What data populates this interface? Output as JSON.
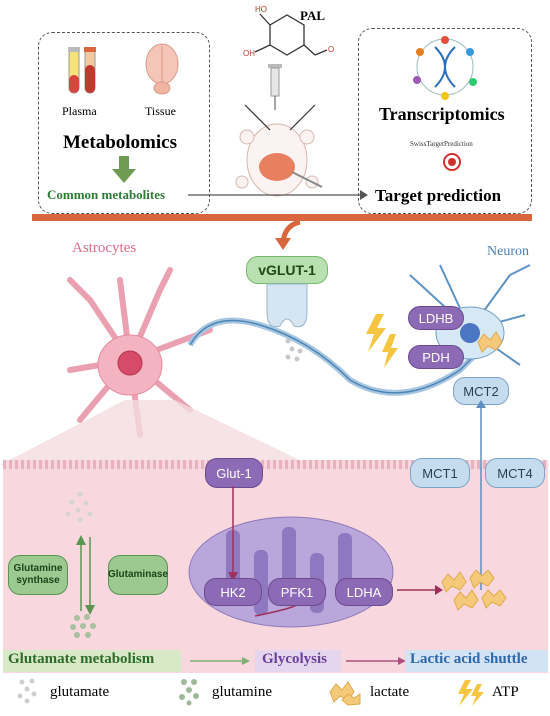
{
  "top": {
    "compound": "PAL",
    "plasma": "Plasma",
    "tissue": "Tissue",
    "metabolomics": "Metabolomics",
    "common_metabolites": "Common metabolites",
    "transcriptomics": "Transcriptomics",
    "swiss": "SwissTargetPrediction",
    "target_prediction": "Target prediction"
  },
  "cells": {
    "astrocytes": "Astrocytes",
    "neuron": "Neuron",
    "vglut": "vGLUT-1"
  },
  "enzymes": {
    "ldhb": "LDHB",
    "pdh": "PDH",
    "mct2": "MCT2",
    "mct1": "MCT1",
    "mct4": "MCT4",
    "glut1": "Glut-1",
    "hk2": "HK2",
    "pfk1": "PFK1",
    "ldha": "LDHA",
    "glutamine_synthase": "Glutamine synthase",
    "glutaminase": "Glutaminase"
  },
  "pathways": {
    "glutamate_metabolism": "Glutamate metabolism",
    "glycolysis": "Glycolysis",
    "lactic_acid_shuttle": "Lactic acid shuttle"
  },
  "legend": {
    "glutamate": "glutamate",
    "glutamine": "glutamine",
    "lactate": "lactate",
    "atp": "ATP"
  },
  "colors": {
    "bar": "#d9663c",
    "astro": "#e58aa0",
    "neuron": "#7fb2dd",
    "purple": "#8d6ab5",
    "green": "#5a9550"
  }
}
